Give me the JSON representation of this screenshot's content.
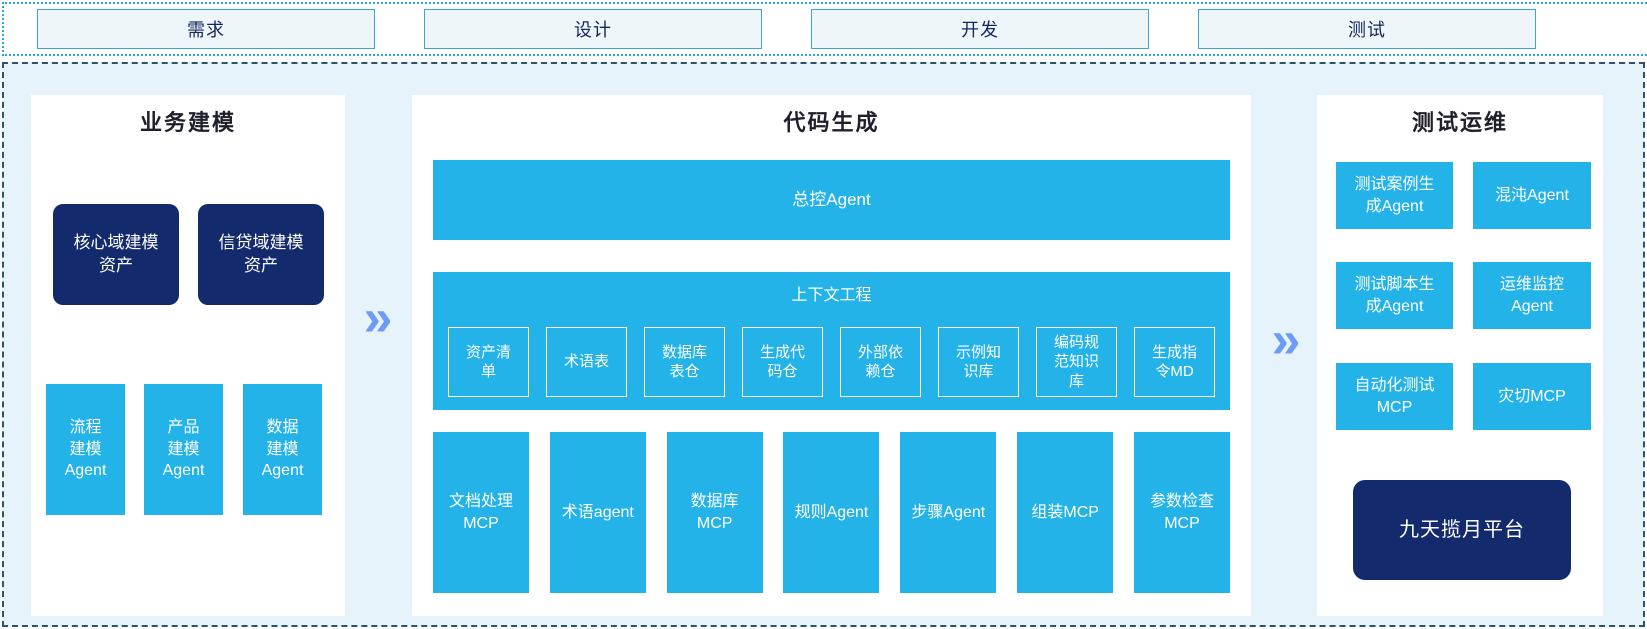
{
  "phases": [
    "需求",
    "设计",
    "开发",
    "测试"
  ],
  "arrows": {
    "glyph": "»"
  },
  "business_modeling": {
    "title": "业务建模",
    "assets": [
      "核心域建模资产",
      "信贷域建模资产"
    ],
    "agents": [
      "流程\n建模\nAgent",
      "产品\n建模\nAgent",
      "数据\n建模\nAgent"
    ]
  },
  "code_generation": {
    "title": "代码生成",
    "master_agent": "总控Agent",
    "context_engineering": {
      "title": "上下文工程",
      "items": [
        "资产清单",
        "术语表",
        "数据库表仓",
        "生成代码仓",
        "外部依赖仓",
        "示例知识库",
        "编码规范知识库",
        "生成指令MD"
      ]
    },
    "tools": [
      "文档处理MCP",
      "术语agent",
      "数据库MCP",
      "规则Agent",
      "步骤Agent",
      "组装MCP",
      "参数检查MCP"
    ]
  },
  "test_ops": {
    "title": "测试运维",
    "boxes": [
      "测试案例生成Agent",
      "混沌Agent",
      "测试脚本生成Agent",
      "运维监控Agent",
      "自动化测试MCP",
      "灾切MCP"
    ],
    "platform": "九天揽月平台"
  },
  "colors": {
    "cyan": "#24b3e8",
    "navy": "#132a6c",
    "area_background": "#e7f3fb",
    "arrow_blue": "#6d9cf6",
    "phase_border": "#3ba6d6",
    "dashed_border": "#2e536f"
  }
}
